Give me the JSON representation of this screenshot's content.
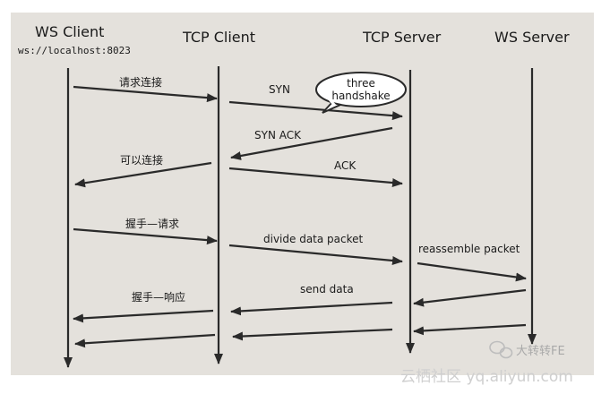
{
  "columns": [
    {
      "title": "WS Client",
      "subtitle": "ws://localhost:8023"
    },
    {
      "title": "TCP Client"
    },
    {
      "title": "TCP Server"
    },
    {
      "title": "WS Server"
    }
  ],
  "messages": {
    "connect_request": "请求连接",
    "syn": "SYN",
    "syn_ack": "SYN ACK",
    "can_connect": "可以连接",
    "ack": "ACK",
    "handshake_request": "握手—请求",
    "divide": "divide data packet",
    "reassemble": "reassemble packet",
    "handshake_response": "握手—响应",
    "send_data": "send data"
  },
  "bubble": {
    "line1": "three",
    "line2": "handshake"
  },
  "watermark": {
    "wechat": "大转转FE",
    "site": "云栖社区 yq.aliyun.com"
  },
  "colors": {
    "background": "#e4e1dc",
    "ink": "#2a2a2a"
  }
}
